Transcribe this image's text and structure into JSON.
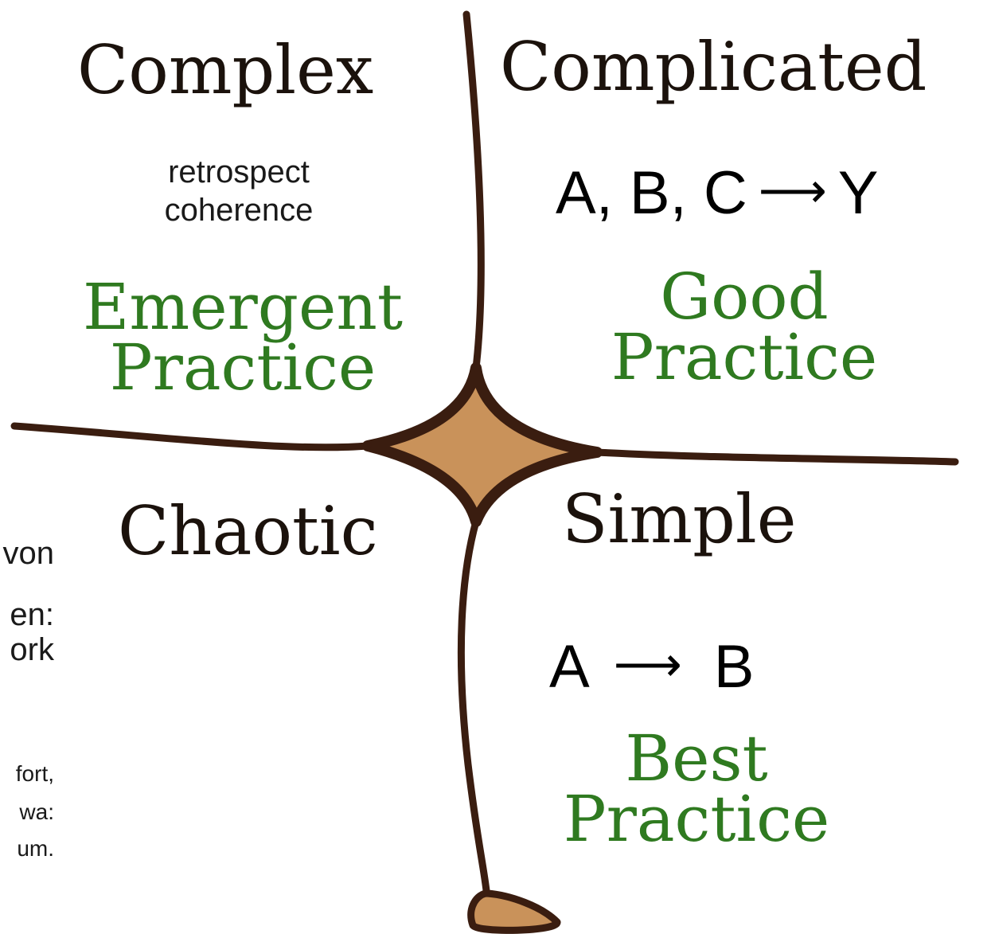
{
  "colors": {
    "boundary_line": "#3a1d10",
    "center_fill": "#c9925a",
    "title_text": "#1b120c",
    "practice_text": "#2f7a20"
  },
  "quadrants": {
    "complex": {
      "title": "Complex",
      "note_line1": "retrospect",
      "note_line2": "coherence",
      "practice_line1": "Emergent",
      "practice_line2": "Practice"
    },
    "complicated": {
      "title": "Complicated",
      "formula_left": "A, B, C",
      "formula_arrow": "⟶",
      "formula_right": "Y",
      "practice_line1": "Good",
      "practice_line2": "Practice"
    },
    "chaotic": {
      "title": "Chaotic"
    },
    "simple": {
      "title": "Simple",
      "formula_left": "A",
      "formula_arrow": "⟶",
      "formula_right": "B",
      "practice_line1": "Best",
      "practice_line2": "Practice"
    }
  },
  "left_fragments": {
    "line1": "von",
    "line2": "en:",
    "line3": "ork",
    "line4": "fort,",
    "line5": "wa:",
    "line6": "um."
  }
}
